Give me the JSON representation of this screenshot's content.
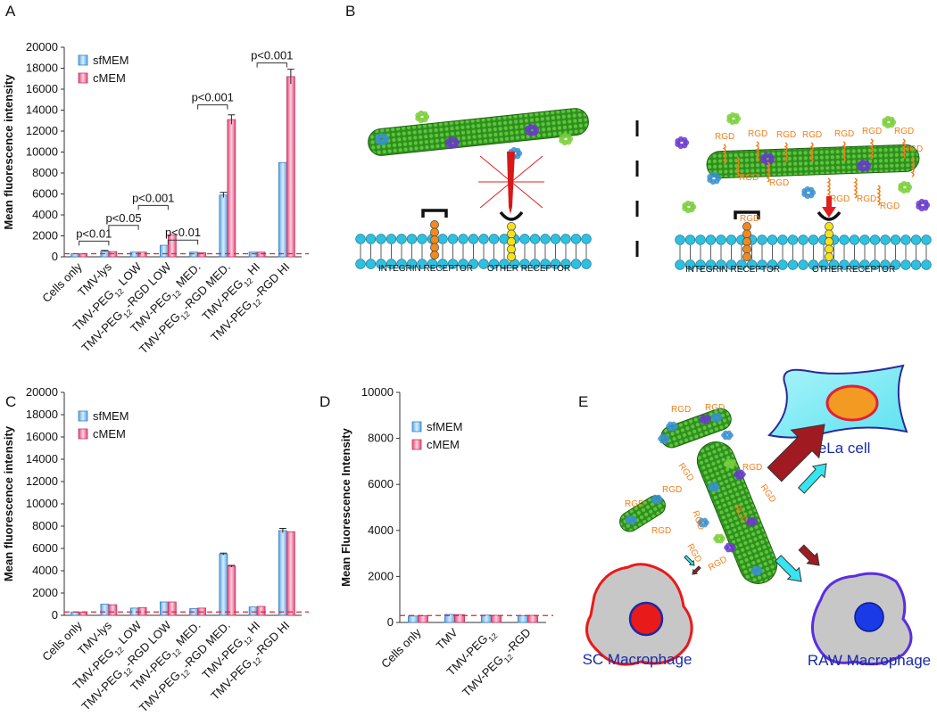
{
  "panels": {
    "A": {
      "letter": "A",
      "ylabel": "Mean fluorescence intensity",
      "legend": [
        "sfMEM",
        "cMEM"
      ],
      "pvalues": [
        "p<0.01",
        "p<0.05",
        "p<0.001",
        "p<0.01",
        "p<0.001",
        "p<0.001"
      ]
    },
    "B": {
      "letter": "B",
      "rgd_label": "RGD",
      "receptor_left": "INTEGRIN RECEPTOR",
      "receptor_right": "OTHER RECEPTOR"
    },
    "C": {
      "letter": "C",
      "ylabel": "Mean fluorescence intensity",
      "legend": [
        "sfMEM",
        "cMEM"
      ]
    },
    "D": {
      "letter": "D",
      "ylabel": "Mean Fluorescence Intensity",
      "legend": [
        "sfMEM",
        "cMEM"
      ]
    },
    "E": {
      "letter": "E",
      "rgd_label": "RGD",
      "hela": "HeLa cell",
      "sc_macrophage": "SC Macrophage",
      "raw_macrophage": "RAW Macrophage"
    }
  },
  "colors": {
    "sfMEM": "#8ec8f2",
    "cMEM": "#f07a9a",
    "baseline": "#e0203a",
    "rgd": "#f07f1a",
    "tmv": "#3aa82a",
    "arrow_red": "#a01a22",
    "arrow_cyan": "#38e4ee",
    "bead": "#2fc0e0"
  },
  "chart_data": [
    {
      "panel": "A",
      "type": "bar",
      "categories": [
        "Cells only",
        "TMV-lys",
        "TMV-PEG12 LOW",
        "TMV-PEG12-RGD LOW",
        "TMV-PEG12 MED.",
        "TMV-PEG12-RGD MED.",
        "TMV-PEG12 HI",
        "TMV-PEG12-RGD HI"
      ],
      "series": [
        {
          "name": "sfMEM",
          "values": [
            300,
            550,
            450,
            1100,
            450,
            5900,
            450,
            9000
          ],
          "errors": [
            0,
            60,
            0,
            0,
            0,
            250,
            0,
            0
          ]
        },
        {
          "name": "cMEM",
          "values": [
            300,
            500,
            450,
            2100,
            400,
            13100,
            450,
            17200
          ],
          "errors": [
            0,
            0,
            0,
            0,
            0,
            450,
            0,
            700
          ]
        }
      ],
      "ylabel": "Mean fluorescence intensity",
      "ylim": [
        0,
        20000
      ],
      "yticks": [
        0,
        2000,
        4000,
        6000,
        8000,
        10000,
        12000,
        14000,
        16000,
        18000,
        20000
      ],
      "baseline": 300,
      "comparisons": [
        {
          "label": "p<0.01",
          "from": 1,
          "to": 2,
          "y": 1500
        },
        {
          "label": "p<0.05",
          "from": 2,
          "to": 3,
          "y": 3000
        },
        {
          "label": "p<0.001",
          "from": 3,
          "to": 4,
          "y": 4900
        },
        {
          "label": "p<0.01",
          "from": 4,
          "to": 5,
          "y": 1600
        },
        {
          "label": "p<0.001",
          "from": 5,
          "to": 6,
          "y": 14500
        },
        {
          "label": "p<0.001",
          "from": 7,
          "to": 8,
          "y": 18500
        }
      ]
    },
    {
      "panel": "C",
      "type": "bar",
      "categories": [
        "Cells only",
        "TMV-lys",
        "TMV-PEG12 LOW",
        "TMV-PEG12-RGD LOW",
        "TMV-PEG12 MED.",
        "TMV-PEG12-RGD MED.",
        "TMV-PEG12 HI",
        "TMV-PEG12-RGD HI"
      ],
      "series": [
        {
          "name": "sfMEM",
          "values": [
            300,
            1000,
            650,
            1200,
            600,
            5500,
            750,
            7600
          ],
          "errors": [
            0,
            0,
            0,
            0,
            0,
            80,
            0,
            200
          ]
        },
        {
          "name": "cMEM",
          "values": [
            300,
            950,
            700,
            1200,
            650,
            4400,
            800,
            7500
          ],
          "errors": [
            0,
            0,
            0,
            0,
            0,
            80,
            0,
            0
          ]
        }
      ],
      "ylabel": "Mean fluorescence intensity",
      "ylim": [
        0,
        20000
      ],
      "yticks": [
        0,
        2000,
        4000,
        6000,
        8000,
        10000,
        12000,
        14000,
        16000,
        18000,
        20000
      ],
      "baseline": 300
    },
    {
      "panel": "D",
      "type": "bar",
      "categories": [
        "Cells only",
        "TMV",
        "TMV-PEG12",
        "TMV-PEG12-RGD"
      ],
      "series": [
        {
          "name": "sfMEM",
          "values": [
            280,
            350,
            320,
            300
          ],
          "errors": [
            0,
            0,
            0,
            0
          ]
        },
        {
          "name": "cMEM",
          "values": [
            290,
            340,
            310,
            310
          ],
          "errors": [
            0,
            0,
            0,
            0
          ]
        }
      ],
      "ylabel": "Mean Fluorescence Intensity",
      "ylim": [
        0,
        10000
      ],
      "yticks": [
        0,
        2000,
        4000,
        6000,
        8000,
        10000
      ],
      "baseline": 300
    }
  ]
}
